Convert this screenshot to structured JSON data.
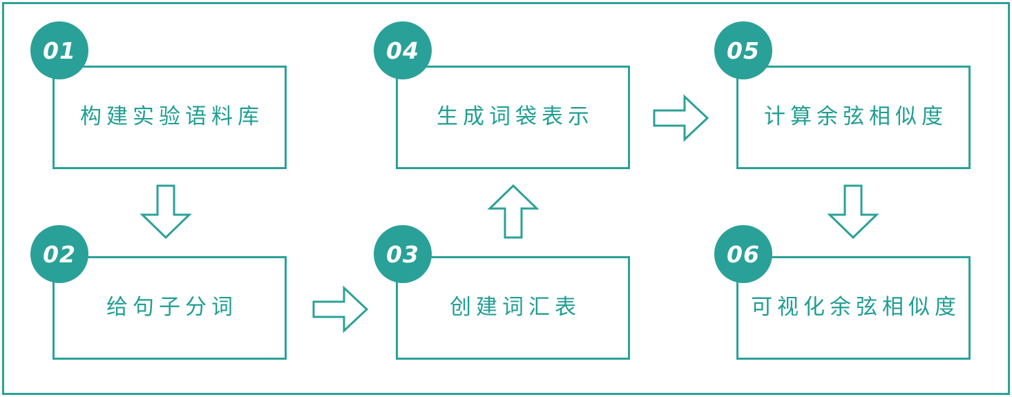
{
  "diagram": {
    "title_present": false,
    "frame": {
      "color": "#2aa198"
    },
    "accent_color": "#2aa198",
    "text_color": "#1f9e93",
    "background": "#ffffff",
    "steps": [
      {
        "number": "01",
        "label": "构建实验语料库"
      },
      {
        "number": "02",
        "label": "给句子分词"
      },
      {
        "number": "03",
        "label": "创建词汇表"
      },
      {
        "number": "04",
        "label": "生成词袋表示"
      },
      {
        "number": "05",
        "label": "计算余弦相似度"
      },
      {
        "number": "06",
        "label": "可视化余弦相似度"
      }
    ],
    "arrows": [
      {
        "name": "arrow-01-to-02",
        "direction": "down"
      },
      {
        "name": "arrow-02-to-03",
        "direction": "right"
      },
      {
        "name": "arrow-03-to-04",
        "direction": "up"
      },
      {
        "name": "arrow-04-to-05",
        "direction": "right"
      },
      {
        "name": "arrow-05-to-06",
        "direction": "down"
      }
    ]
  }
}
